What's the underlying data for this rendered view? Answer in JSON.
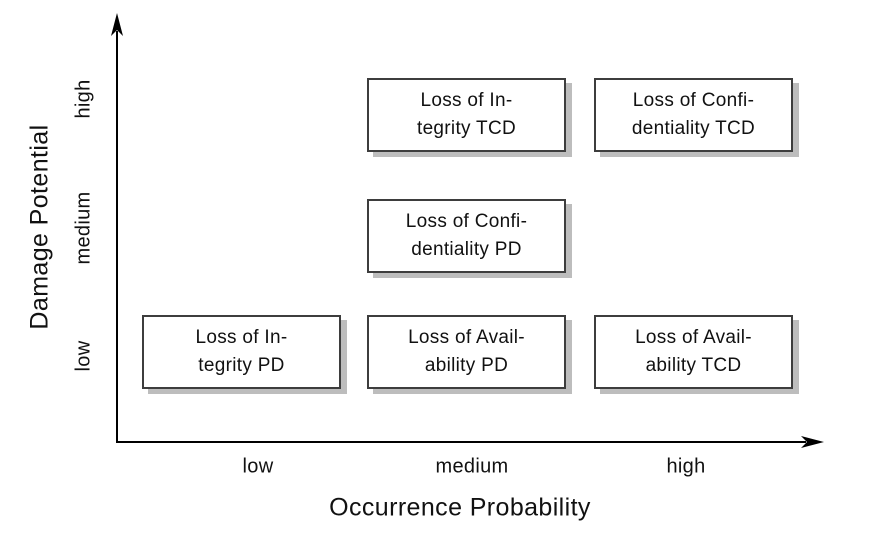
{
  "figure": {
    "background": "#ffffff",
    "text_color": "#111111",
    "box_fill": "#ffffff",
    "box_border_color": "#3d3d3d",
    "box_shadow_color": "#bdbdbd",
    "axis_color": "#000000"
  },
  "axes": {
    "x_label": "Occurrence Probability",
    "y_label": "Damage Potential",
    "x_ticks": [
      "low",
      "medium",
      "high"
    ],
    "y_ticks": [
      "low",
      "medium",
      "high"
    ]
  },
  "boxes": [
    {
      "label": "Loss of Integrity TCD",
      "x": "medium",
      "y": "high",
      "lines": [
        "Loss of In-",
        "tegrity TCD"
      ]
    },
    {
      "label": "Loss of Confidentiality TCD",
      "x": "high",
      "y": "high",
      "lines": [
        "Loss of Confi-",
        "dentiality TCD"
      ]
    },
    {
      "label": "Loss of Confidentiality PD",
      "x": "medium",
      "y": "medium",
      "lines": [
        "Loss of Confi-",
        "dentiality PD"
      ]
    },
    {
      "label": "Loss of Integrity PD",
      "x": "low",
      "y": "low",
      "lines": [
        "Loss of In-",
        "tegrity PD"
      ]
    },
    {
      "label": "Loss of Availability PD",
      "x": "medium",
      "y": "low",
      "lines": [
        "Loss of Avail-",
        "ability PD"
      ]
    },
    {
      "label": "Loss of Availability TCD",
      "x": "high",
      "y": "low",
      "lines": [
        "Loss of Avail-",
        "ability TCD"
      ]
    }
  ],
  "chart_data": {
    "type": "scatter",
    "title": "",
    "xlabel": "Occurrence Probability",
    "ylabel": "Damage Potential",
    "x_ticks": [
      "low",
      "medium",
      "high"
    ],
    "y_ticks": [
      "low",
      "medium",
      "high"
    ],
    "grid": false,
    "legend": "none",
    "points": [
      {
        "label": "Loss of Integrity TCD",
        "x": "medium",
        "y": "high"
      },
      {
        "label": "Loss of Confidentiality TCD",
        "x": "high",
        "y": "high"
      },
      {
        "label": "Loss of Confidentiality PD",
        "x": "medium",
        "y": "medium"
      },
      {
        "label": "Loss of Integrity PD",
        "x": "low",
        "y": "low"
      },
      {
        "label": "Loss of Availability PD",
        "x": "medium",
        "y": "low"
      },
      {
        "label": "Loss of Availability TCD",
        "x": "high",
        "y": "low"
      }
    ]
  }
}
